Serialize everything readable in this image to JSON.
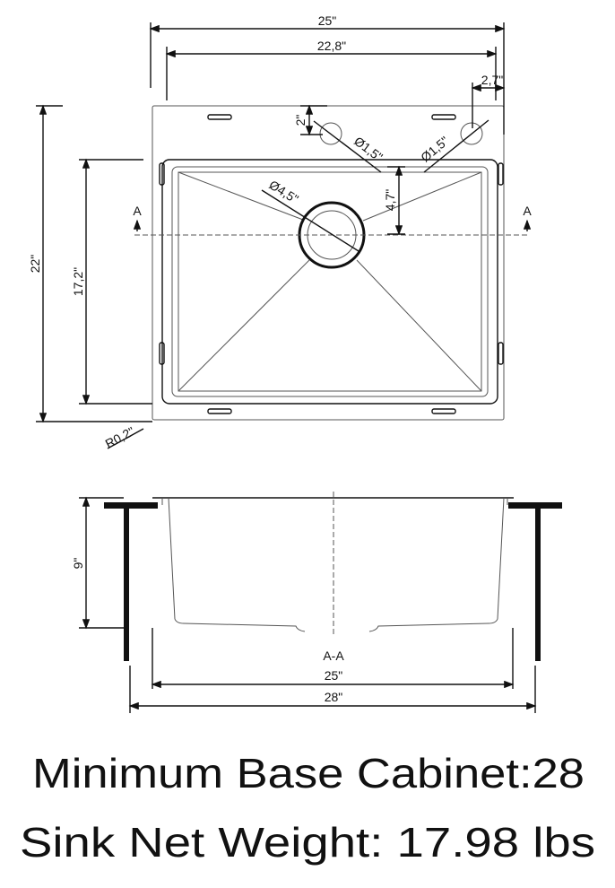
{
  "top_view": {
    "overall_width": "25\"",
    "inner_width": "22,8\"",
    "tap_offset": "2,7\"",
    "tap_depth": "2\"",
    "tap_hole_1": "Ø1,5\"",
    "tap_hole_2": "Ø1,5\"",
    "drain": "Ø4,5\"",
    "drain_offset": "4,7\"",
    "overall_depth": "22\"",
    "inner_depth": "17,2\"",
    "corner_radius": "R0,2\"",
    "section_marker_left": "A",
    "section_marker_right": "A"
  },
  "section_view": {
    "depth": "9\"",
    "label": "A-A",
    "sink_width": "25\"",
    "cabinet_width": "28\""
  },
  "captions": {
    "line1": "Minimum Base Cabinet:28",
    "line2": "Sink Net Weight: 17.98 lbs"
  }
}
